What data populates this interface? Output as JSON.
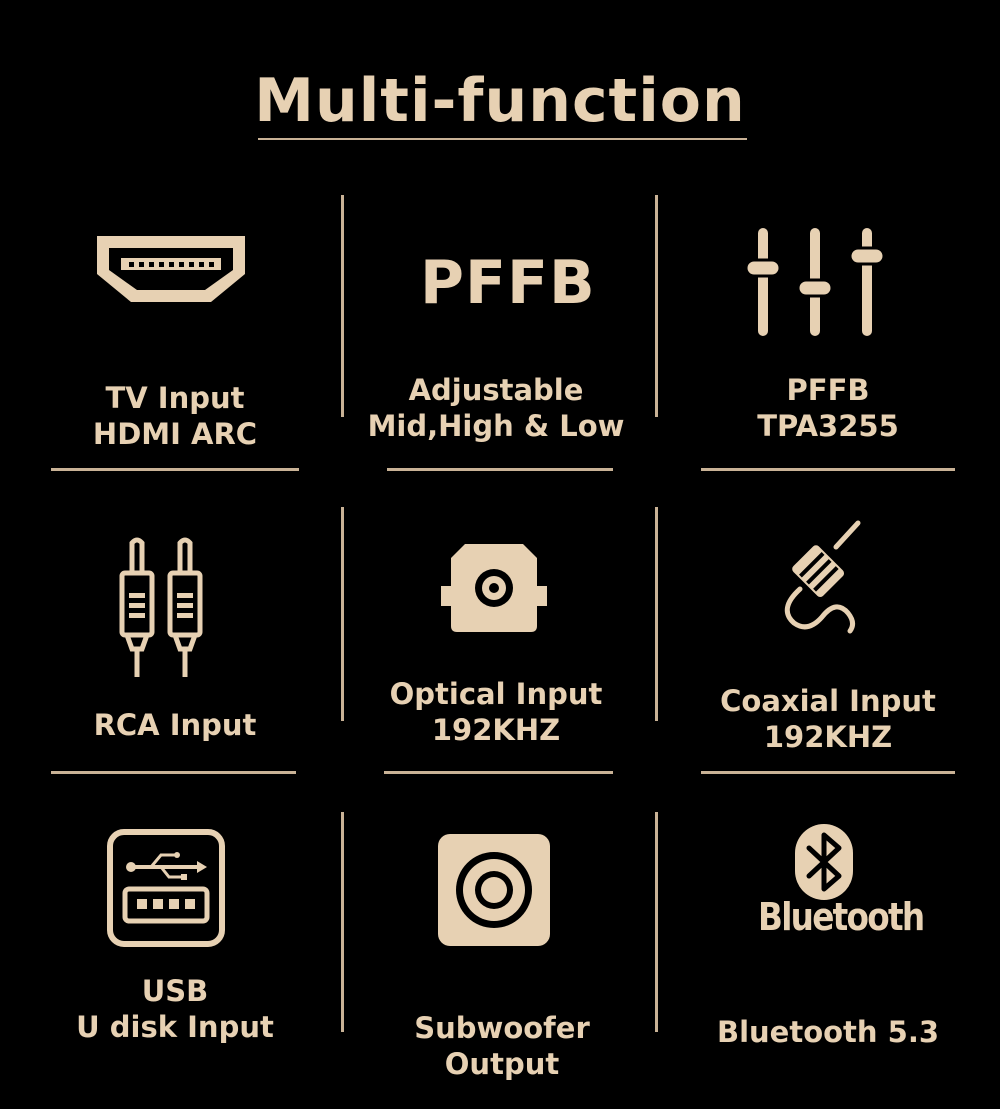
{
  "title": "Multi-function",
  "colors": {
    "background": "#000000",
    "accent": "#e7d1b3",
    "line": "#c9b296"
  },
  "features": [
    {
      "icon": "hdmi-icon",
      "lines": [
        "TV Input",
        "HDMI ARC"
      ]
    },
    {
      "icon_text": "PFFB",
      "lines": [
        "Adjustable",
        "Mid,High & Low"
      ]
    },
    {
      "icon": "equalizer-icon",
      "lines": [
        "PFFB",
        "TPA3255"
      ]
    },
    {
      "icon": "rca-cable-icon",
      "lines": [
        "RCA Input"
      ]
    },
    {
      "icon": "optical-port-icon",
      "lines": [
        "Optical Input",
        "192KHZ"
      ]
    },
    {
      "icon": "coaxial-cable-icon",
      "lines": [
        "Coaxial Input",
        "192KHZ"
      ]
    },
    {
      "icon": "usb-port-icon",
      "lines": [
        "USB",
        "U disk Input"
      ]
    },
    {
      "icon": "subwoofer-icon",
      "lines": [
        "Subwoofer Output"
      ]
    },
    {
      "icon": "bluetooth-icon",
      "icon_text": "Bluetooth",
      "lines": [
        "Bluetooth 5.3"
      ]
    }
  ]
}
